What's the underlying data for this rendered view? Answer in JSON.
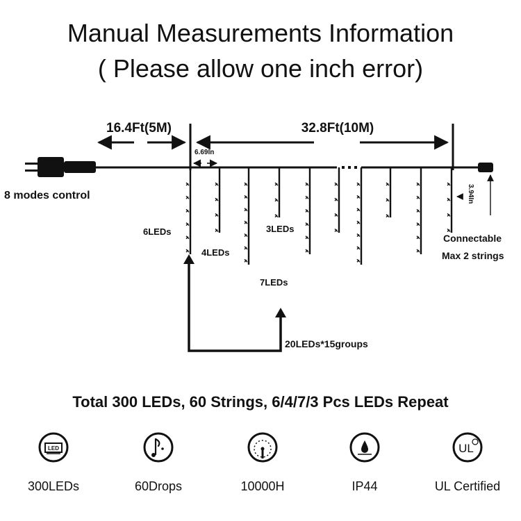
{
  "header": {
    "title_line1": "Manual Measurements Information",
    "title_line2": "( Please allow one inch error)"
  },
  "diagram": {
    "lead_length": "16.4Ft(5M)",
    "string_length": "32.8Ft(10M)",
    "drop_spacing": "6.69In",
    "drop_gap": "3.94In",
    "controller_label": "8 modes control",
    "connect_label_line1": "Connectable",
    "connect_label_line2": "Max 2 strings",
    "group_labels": {
      "six": "6LEDs",
      "four": "4LEDs",
      "seven": "7LEDs",
      "three": "3LEDs"
    },
    "repeat_label": "20LEDs*15groups",
    "drop_pattern": [
      6,
      4,
      7,
      3
    ]
  },
  "summary": "Total 300 LEDs, 60 Strings, 6/4/7/3 Pcs LEDs Repeat",
  "features": [
    {
      "icon": "led-icon",
      "label": "300LEDs"
    },
    {
      "icon": "drop-icon",
      "label": "60Drops"
    },
    {
      "icon": "gauge-icon",
      "label": "10000H"
    },
    {
      "icon": "waterproof-icon",
      "label": "IP44"
    },
    {
      "icon": "ul-icon",
      "label": "UL Certified",
      "mark": "UL"
    }
  ]
}
